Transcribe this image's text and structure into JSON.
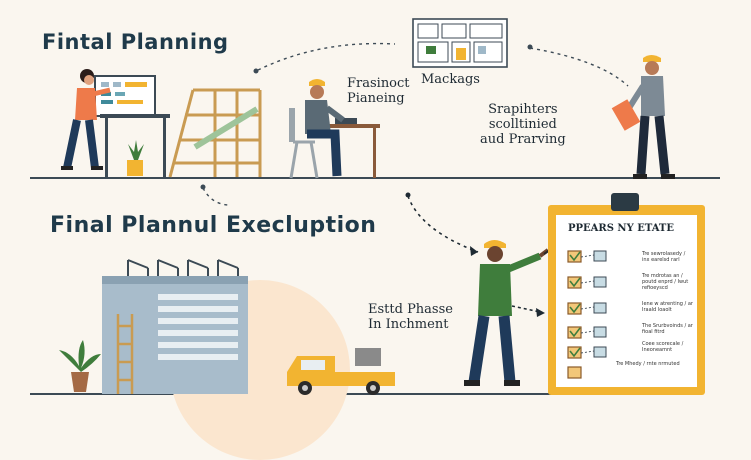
{
  "heading_top": "Fintal Planning",
  "heading_bottom": "Final Plannul Execluption",
  "labels": {
    "desk_label_line1": "Frasinoct",
    "desk_label_line2": "Pianeing",
    "map_label": "Mackags",
    "worker_label_line1": "Srapihters",
    "worker_label_line2": "scolltinied",
    "worker_label_line3": "aud Prarving",
    "phase_label_line1": "Esttd Phasse",
    "phase_label_line2": "In Inchment"
  },
  "checklist": {
    "title": "PPEARS NY ETATE",
    "items": [
      "Tre sewrolasedy / inx earelsd rarl",
      "Tre mdrotas an / poutd enprd / Iwut refioeyscd",
      "Iene w atrenting / ar Iraald loaolt",
      "The Srurbvoinds / ar fioal fitrd",
      "Coee scorecale / Ineoneamnt",
      "Tre Mhedy / rnte nrmuted"
    ]
  },
  "colors": {
    "background": "#faf6ef",
    "title": "#1f3a4a",
    "accent_orange": "#ee7a4a",
    "accent_yellow": "#f2b431",
    "worker_green": "#3f7d3c",
    "building_blue": "#a8bccb"
  }
}
